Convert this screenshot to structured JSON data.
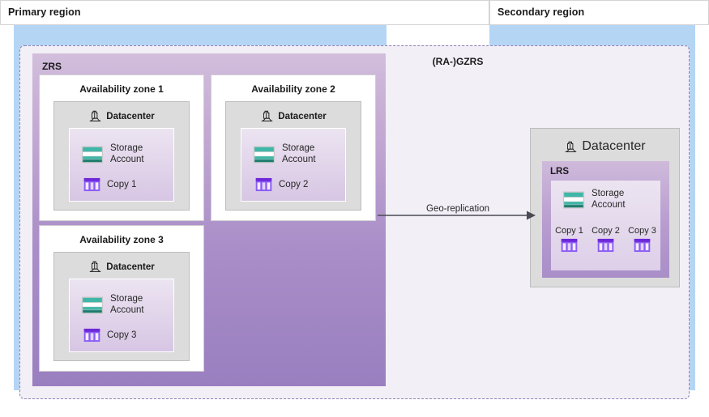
{
  "regions": {
    "primary": {
      "label": "Primary region"
    },
    "secondary": {
      "label": "Secondary region"
    }
  },
  "envelope": {
    "label": "(RA-)GZRS",
    "border_color": "#8d7fb5",
    "fill_color": "#f2eff7"
  },
  "zrs": {
    "label": "ZRS",
    "fill_top": "#d2bedc",
    "fill_bottom": "#9a7fc0",
    "zones": [
      {
        "title": "Availability zone 1",
        "datacenter_label": "Datacenter",
        "datacenter_icon": "datacenter-icon",
        "storage_label_line1": "Storage",
        "storage_label_line2": "Account",
        "storage_icon": "storage-account-icon",
        "copy_label": "Copy 1",
        "copy_icon": "copy-icon"
      },
      {
        "title": "Availability zone 2",
        "datacenter_label": "Datacenter",
        "datacenter_icon": "datacenter-icon",
        "storage_label_line1": "Storage",
        "storage_label_line2": "Account",
        "storage_icon": "storage-account-icon",
        "copy_label": "Copy 2",
        "copy_icon": "copy-icon"
      },
      {
        "title": "Availability zone 3",
        "datacenter_label": "Datacenter",
        "datacenter_icon": "datacenter-icon",
        "storage_label_line1": "Storage",
        "storage_label_line2": "Account",
        "storage_icon": "storage-account-icon",
        "copy_label": "Copy 3",
        "copy_icon": "copy-icon"
      }
    ]
  },
  "secondary_datacenter": {
    "datacenter_label": "Datacenter",
    "datacenter_icon": "datacenter-icon",
    "lrs_label": "LRS",
    "storage_label_line1": "Storage",
    "storage_label_line2": "Account",
    "storage_icon": "storage-account-icon",
    "copies": [
      {
        "label": "Copy 1",
        "icon": "copy-icon"
      },
      {
        "label": "Copy 2",
        "icon": "copy-icon"
      },
      {
        "label": "Copy 3",
        "icon": "copy-icon"
      }
    ]
  },
  "replication": {
    "label": "Geo-replication",
    "arrow_icon": "arrow-right-icon",
    "arrow_color": "#4a4a55"
  },
  "palette": {
    "region_band": "#b5d5f5",
    "zrs_purple": "#9a7fc0",
    "storage_teal": "#3fb7a8",
    "storage_teal_dark": "#1f7d70",
    "copy_purple": "#7b3fe4",
    "datacenter_panel": "#dcdcdc"
  }
}
